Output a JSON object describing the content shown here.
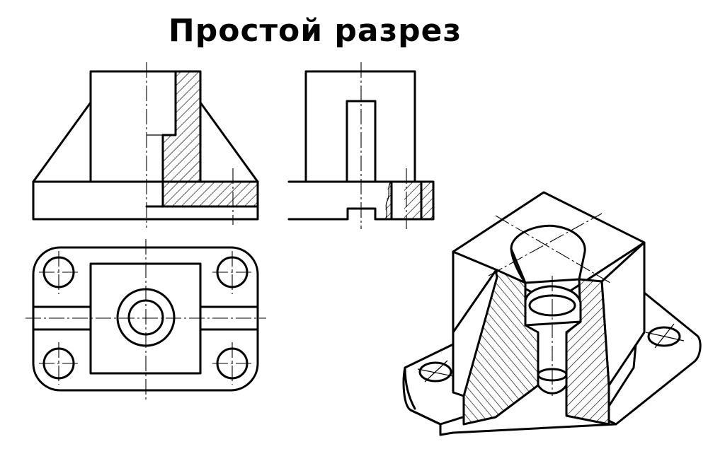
{
  "title": "Простой разрез",
  "colors": {
    "ink": "#000000",
    "paper": "#ffffff"
  },
  "views": [
    "front-view-half-section",
    "side-view",
    "top-view",
    "isometric-view-cutaway"
  ]
}
